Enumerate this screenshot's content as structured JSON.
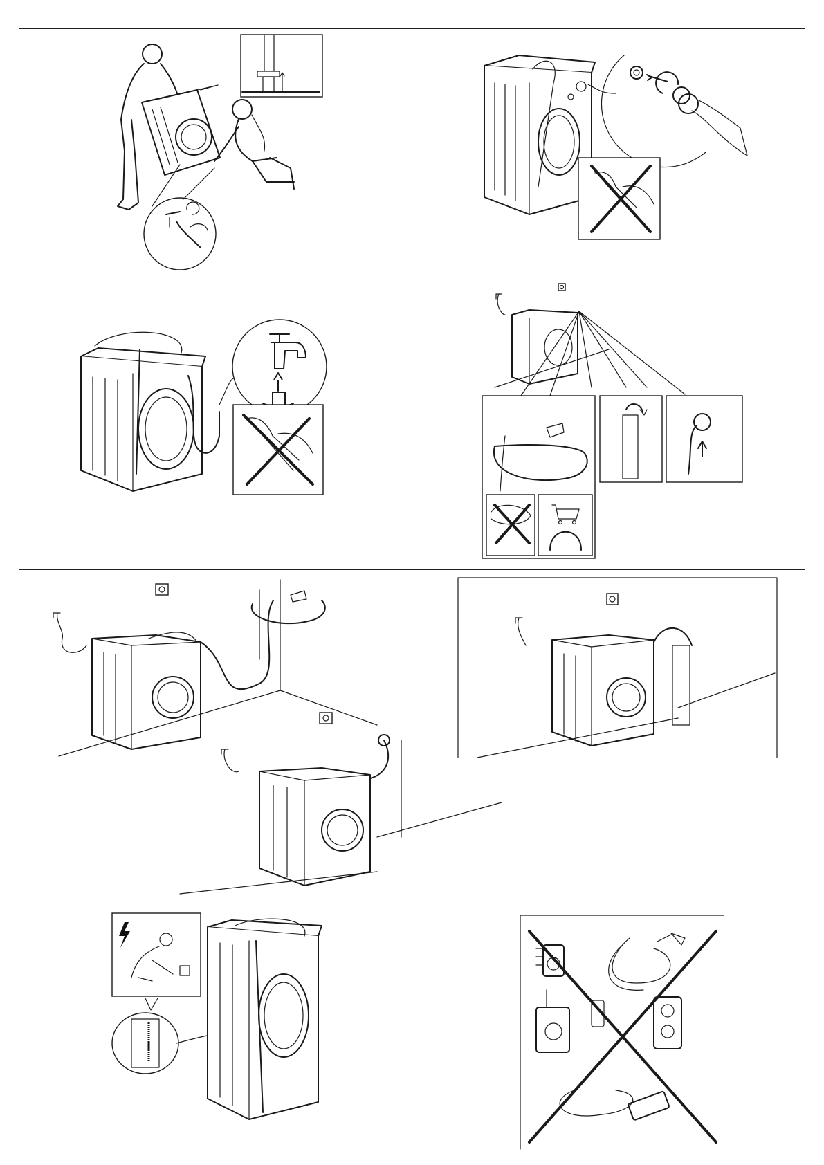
{
  "page": {
    "sections": [
      {
        "id": "leveling-and-transport-bolts"
      },
      {
        "id": "water-inlet-and-drain-options"
      },
      {
        "id": "drain-hose-height-placement"
      },
      {
        "id": "electrical-connection"
      }
    ]
  },
  "icons": {
    "power_socket_symbol": "socket-symbol",
    "high_voltage": "lightning-bolt",
    "shopping_cart": "shopping-cart",
    "forbidden": "cross-mark"
  }
}
